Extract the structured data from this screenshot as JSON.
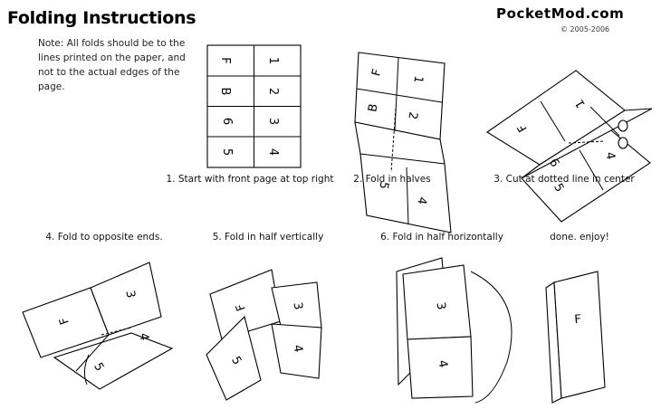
{
  "header": {
    "title": "Folding Instructions",
    "brand": "PocketMod.com",
    "copyright": "© 2005-2006"
  },
  "note": "Note: All folds should be to the lines printed on the paper, and not to the actual edges of the page.",
  "grid": {
    "left": [
      "F",
      "B",
      "6",
      "5"
    ],
    "right": [
      "1",
      "2",
      "3",
      "4"
    ]
  },
  "steps": [
    {
      "caption": "1. Start with front page at top right"
    },
    {
      "caption": "2. Fold in halves"
    },
    {
      "caption": "3. Cut at dotted line in center"
    },
    {
      "caption": "4. Fold to opposite ends."
    },
    {
      "caption": "5. Fold in half vertically"
    },
    {
      "caption": "6. Fold in half horizontally"
    },
    {
      "caption": "done. enjoy!"
    }
  ],
  "diagram_labels": {
    "front": "F",
    "back": "B",
    "one": "1",
    "two": "2",
    "three": "3",
    "four": "4",
    "five": "5",
    "six": "6"
  }
}
